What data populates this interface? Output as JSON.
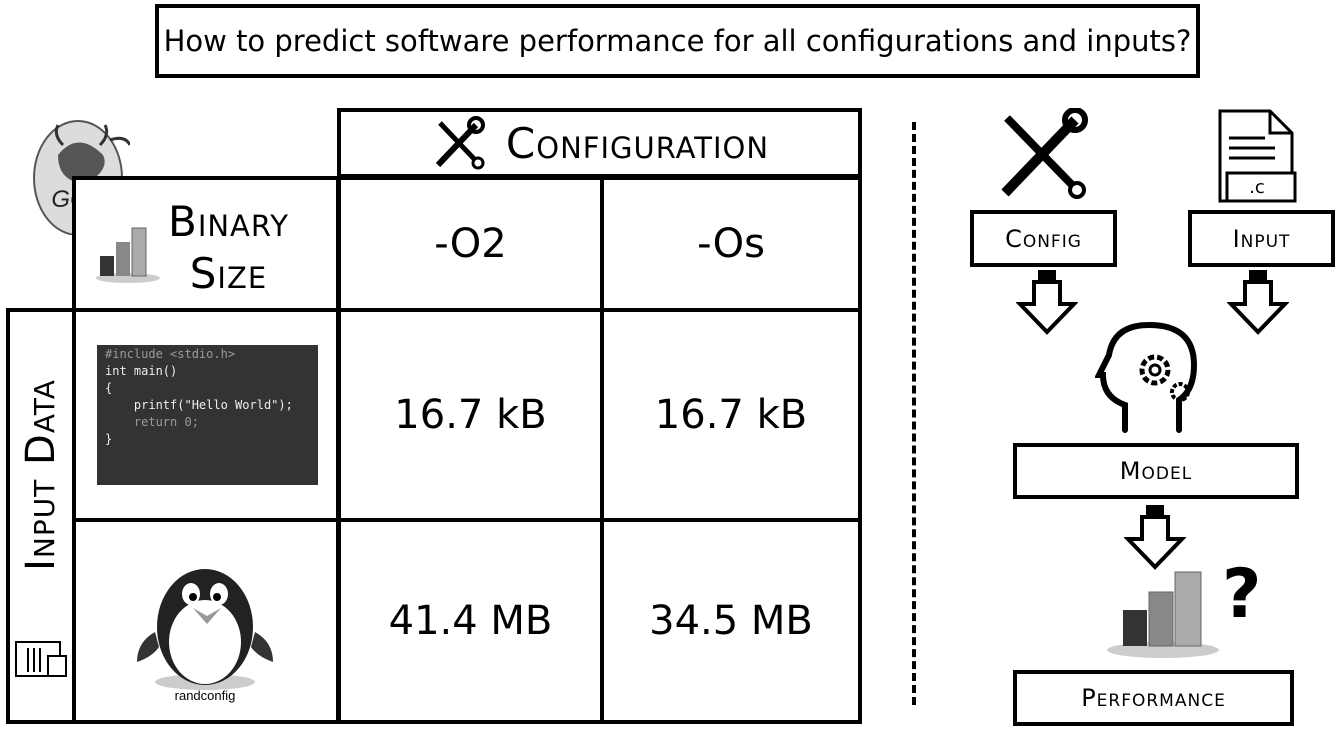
{
  "question": "How to predict software performance for all configurations and inputs?",
  "table": {
    "compiler_logo": "GCC",
    "config_header": "Configuration",
    "metric_label_line1": "Binary",
    "metric_label_line2": "Size",
    "columns": [
      "-O2",
      "-Os"
    ],
    "input_axis_label": "Input Data",
    "rows": [
      {
        "values": [
          "16.7 kB",
          "16.7 kB"
        ]
      },
      {
        "values": [
          "41.4 MB",
          "34.5 MB"
        ],
        "caption": "randconfig"
      }
    ],
    "code_lines": [
      "#include <stdio.h>",
      "",
      "int main()",
      "{",
      "    printf(\"Hello World\");",
      "",
      "    return 0;",
      "}"
    ]
  },
  "flow": {
    "config": "Config",
    "input": "Input",
    "file_ext": ".c",
    "model": "Model",
    "performance": "Performance",
    "unknown": "?"
  },
  "icons": [
    "tools-icon",
    "file-c-icon",
    "arrow-down-icon",
    "head-gears-icon",
    "bar-chart-icon",
    "gnu-logo",
    "penguin-icon"
  ]
}
